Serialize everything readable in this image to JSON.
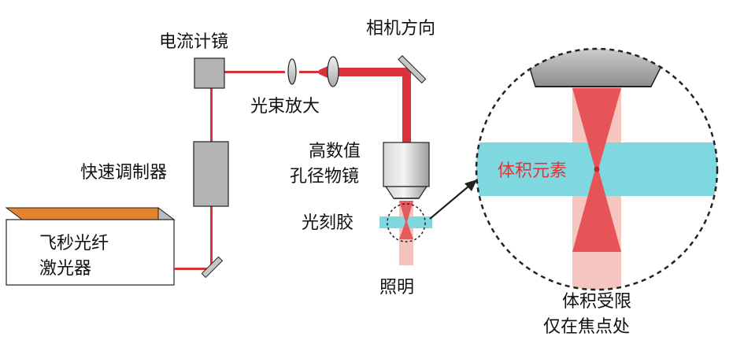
{
  "labels": {
    "galvo": "电流计镜",
    "camera": "相机方向",
    "beam_expand": "光束放大",
    "modulator": "快速调制器",
    "laser_line1": "飞秒光纤",
    "laser_line2": "激光器",
    "objective_line1": "高数值",
    "objective_line2": "孔径物镜",
    "photoresist": "光刻胶",
    "illumination": "照明",
    "voxel": "体积元素",
    "confined_line1": "体积受限",
    "confined_line2": "仅在焦点处"
  },
  "colors": {
    "beam": "#d9333a",
    "beam_glow": "#f4b3ae",
    "resist": "#7fd8e0",
    "gray_component": "#b4b4b4",
    "laser_stripe": "#e5822e",
    "label_red": "#e53333"
  }
}
